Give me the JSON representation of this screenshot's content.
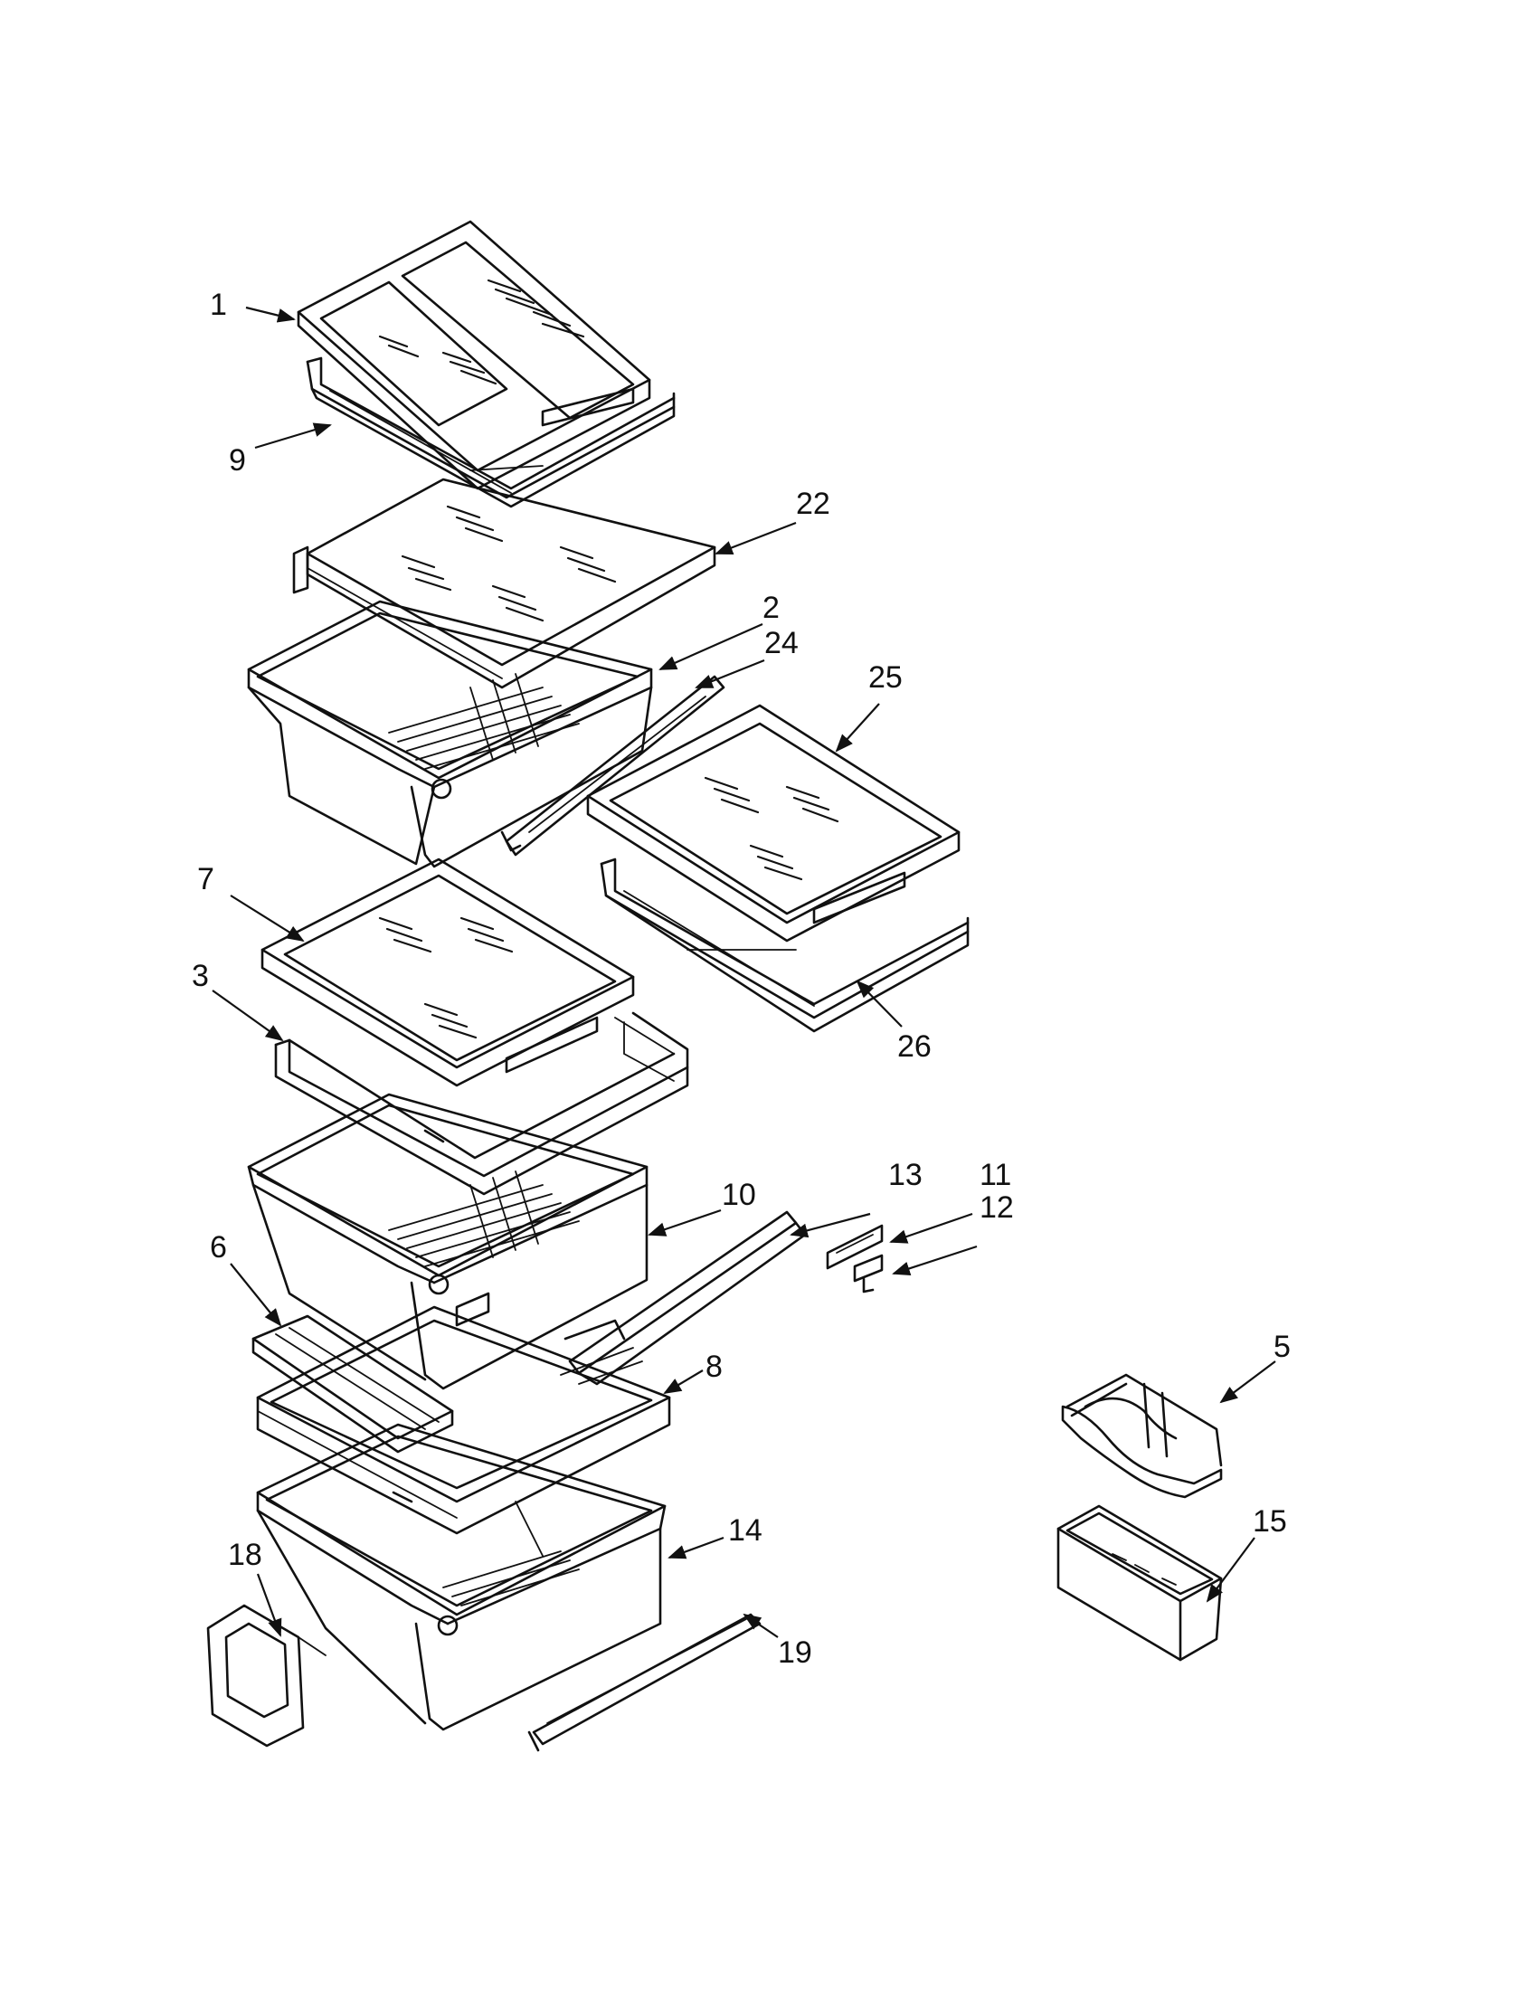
{
  "callouts": [
    {
      "id": "1",
      "label": "1"
    },
    {
      "id": "9",
      "label": "9"
    },
    {
      "id": "22",
      "label": "22"
    },
    {
      "id": "2",
      "label": "2"
    },
    {
      "id": "24",
      "label": "24"
    },
    {
      "id": "25",
      "label": "25"
    },
    {
      "id": "26",
      "label": "26"
    },
    {
      "id": "7",
      "label": "7"
    },
    {
      "id": "3",
      "label": "3"
    },
    {
      "id": "10",
      "label": "10"
    },
    {
      "id": "13",
      "label": "13"
    },
    {
      "id": "11",
      "label": "11"
    },
    {
      "id": "12",
      "label": "12"
    },
    {
      "id": "6",
      "label": "6"
    },
    {
      "id": "8",
      "label": "8"
    },
    {
      "id": "5",
      "label": "5"
    },
    {
      "id": "14",
      "label": "14"
    },
    {
      "id": "15",
      "label": "15"
    },
    {
      "id": "18",
      "label": "18"
    },
    {
      "id": "19",
      "label": "19"
    }
  ]
}
